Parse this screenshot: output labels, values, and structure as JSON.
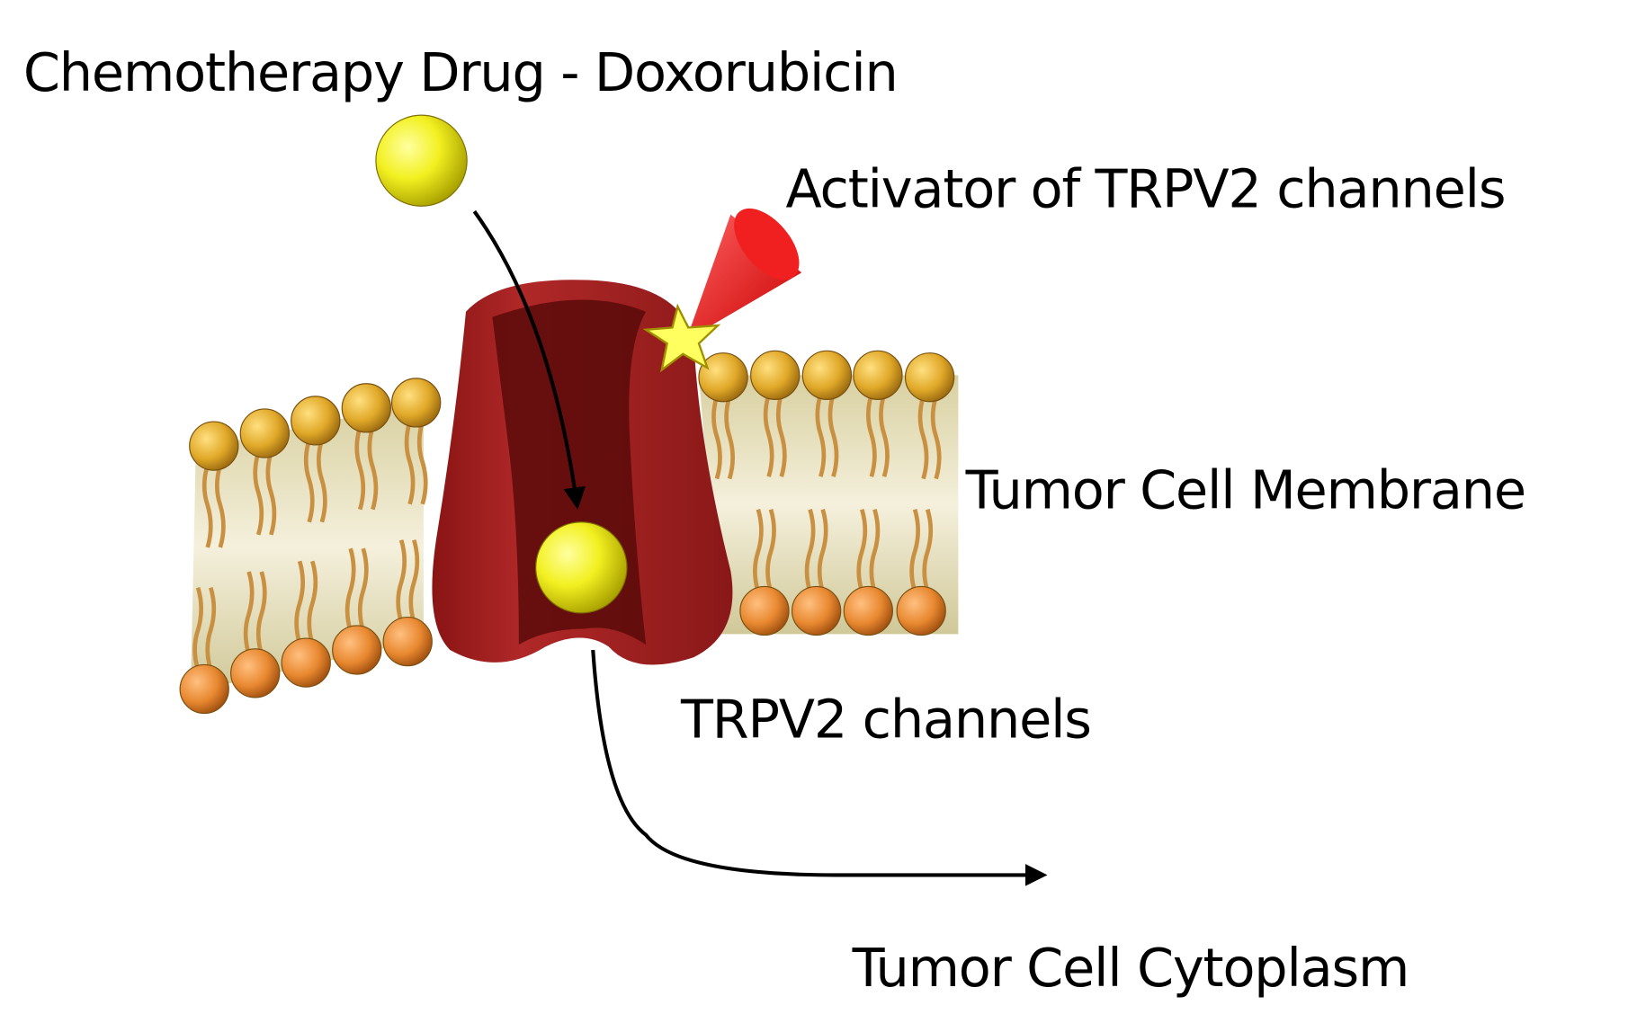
{
  "labels": {
    "drug": "Chemotherapy Drug - Doxorubicin",
    "activator": "Activator of TRPV2 channels",
    "membrane": "Tumor Cell Membrane",
    "channel": "TRPV2 channels",
    "cytoplasm": "Tumor Cell Cytoplasm"
  },
  "colors": {
    "channel": "#a02020",
    "drug": "#f0f020",
    "activator": "#e81818",
    "lipid_head_top": "#e0a828",
    "lipid_head_bottom": "#e88830"
  }
}
